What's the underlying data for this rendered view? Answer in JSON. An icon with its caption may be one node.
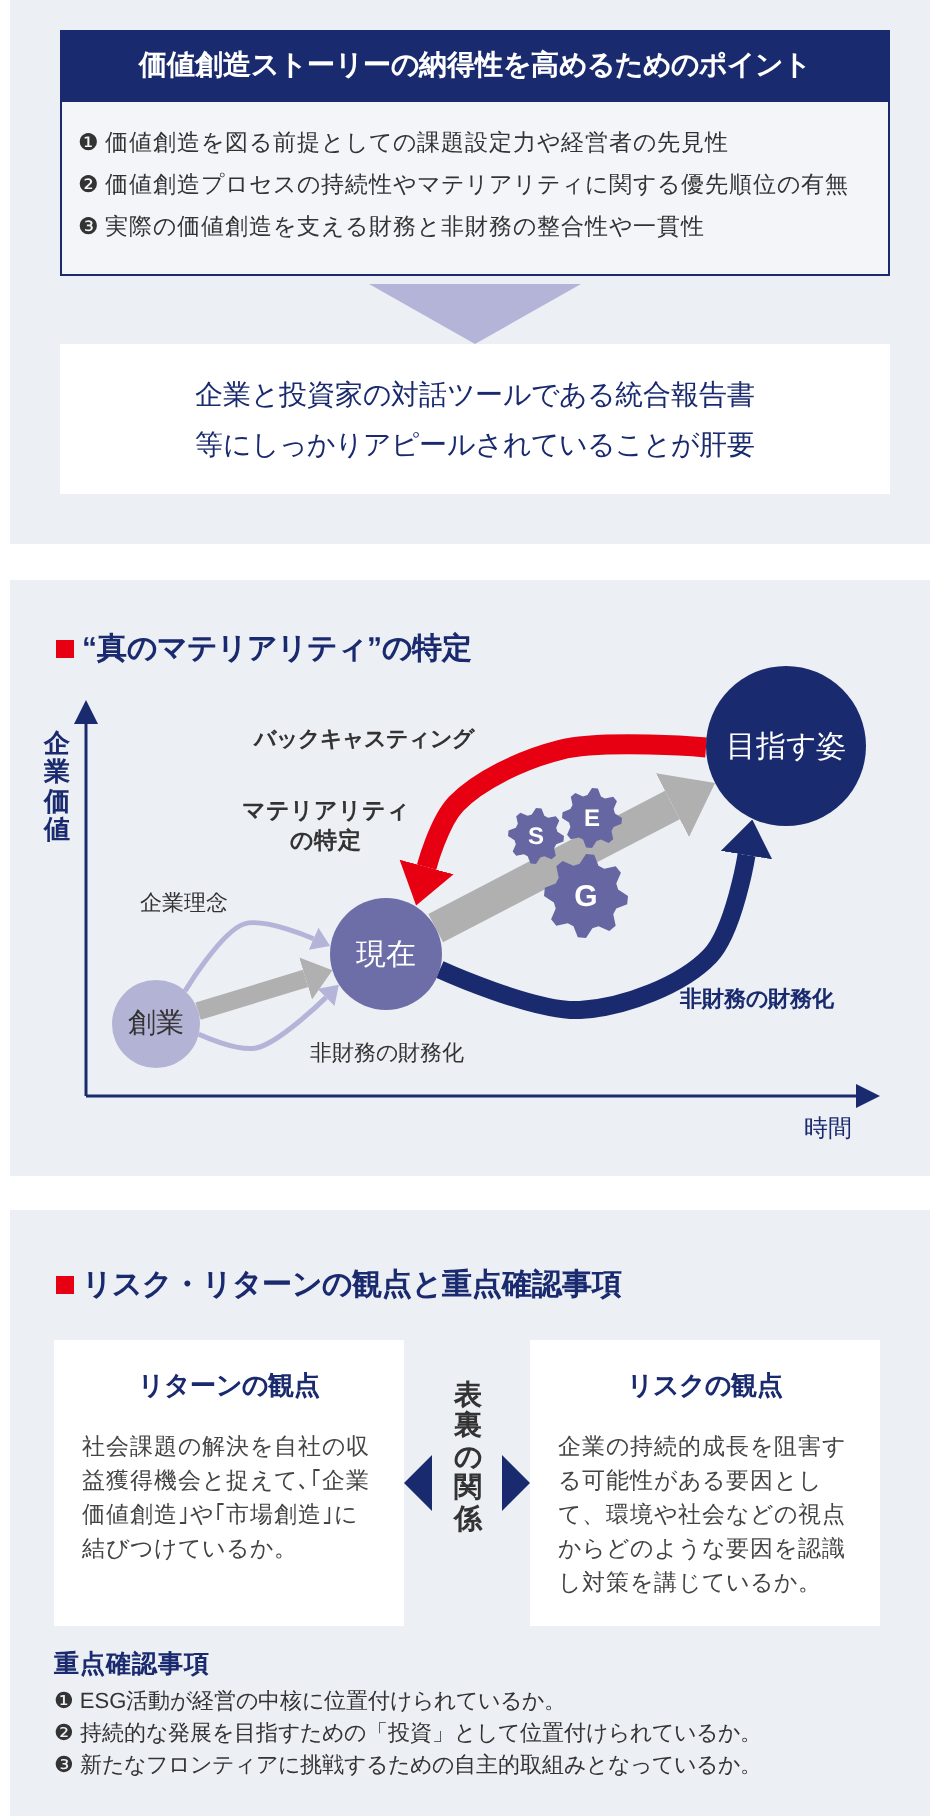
{
  "diagram": {
    "nodes": [
      {
        "text": [
          "価値創造ストーリーの納得性を高めるためのポイント",
          "❶ 価値創造を図る前提としての課題設定力や経営者の先見性",
          "❷ 価値創造プロセスの持続性やマテリアリティに関する優先順位の有無",
          "❸ 実際の価値創造を支える財務と非財務の整合性や一貫性"
        ]
      },
      {
        "text": [
          "企業と投資家の対話ツールである統合報告書等にしっかりアピールされていることが肝要"
        ]
      },
      {
        "text": [
          "創業"
        ]
      },
      {
        "text": [
          "現在"
        ]
      },
      {
        "text": [
          "目指す姿"
        ]
      },
      {
        "text": [
          "S"
        ]
      },
      {
        "text": [
          "E"
        ]
      },
      {
        "text": [
          "G"
        ]
      },
      {
        "text": [
          "リターンの観点",
          "社会課題の解決を自社の収益獲得機会と捉えて､｢企業価値創造｣や｢市場創造｣に結びつけているか。"
        ]
      },
      {
        "text": [
          "リスクの観点",
          "企業の持続的成長を阻害する可能性がある要因として、環境や社会などの視点からどのような要因を認識し対策を講じているか。"
        ]
      }
    ],
    "edges": [
      {
        "from": 0,
        "to": 1,
        "arrow": "to",
        "color": "#b4b4d8"
      },
      {
        "from": 2,
        "to": 3,
        "arrow": "to",
        "label": "企業理念",
        "color": "#b4b4d8"
      },
      {
        "from": 2,
        "to": 3,
        "arrow": "to"
      },
      {
        "from": 2,
        "to": 3,
        "arrow": "to",
        "label": "非財務の財務化",
        "color": "#b4b4d8"
      },
      {
        "from": 3,
        "to": 4,
        "arrow": "to"
      },
      {
        "from": 3,
        "to": 4,
        "arrow": "to",
        "label": "非財務の財務化",
        "color": "#1a2a6e"
      },
      {
        "from": 4,
        "to": 3,
        "arrow": "to",
        "label": "バックキャスティング",
        "color": "#e60012"
      },
      {
        "from": 8,
        "to": 9,
        "arrow": "both",
        "label": "表裏の関係",
        "color": "#1a2a6e"
      }
    ],
    "labels": [
      "“真のマテリアリティ”の特定",
      "企業価値",
      "マテリアリティの特定",
      "時間",
      "リスク・リターンの観点と重点確認事項",
      "重点確認事項",
      "❶ ESG活動が経営の中核に位置付けられているか。",
      "❷ 持続的な発展を目指すための「投資」として位置付けられているか。",
      "❸ 新たなフロンティアに挑戦するための自主的取組みとなっているか。"
    ]
  }
}
